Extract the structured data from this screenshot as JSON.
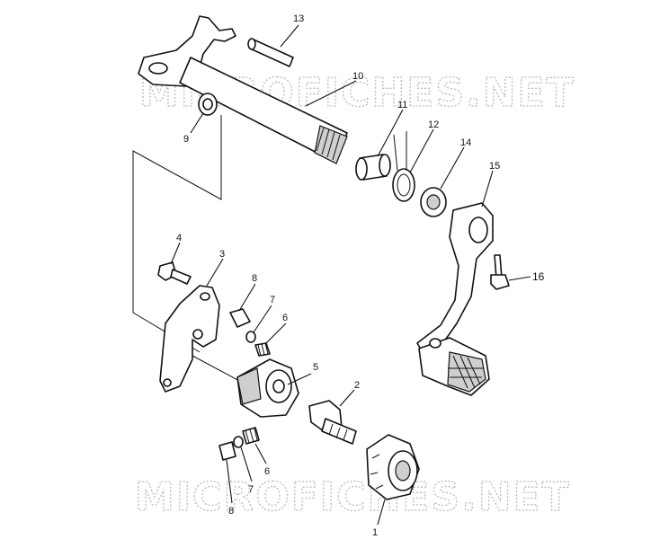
{
  "watermark": {
    "text": "MICROFICHES.NET"
  },
  "callouts": {
    "c1": "1",
    "c2": "2",
    "c3": "3",
    "c4": "4",
    "c5": "5",
    "c6a": "6",
    "c6b": "6",
    "c7a": "7",
    "c7b": "7",
    "c8a": "8",
    "c8b": "8",
    "c9": "9",
    "c10": "10",
    "c11": "11",
    "c12": "12",
    "c13": "13",
    "c14": "14",
    "c15": "15",
    "c16": "16"
  }
}
